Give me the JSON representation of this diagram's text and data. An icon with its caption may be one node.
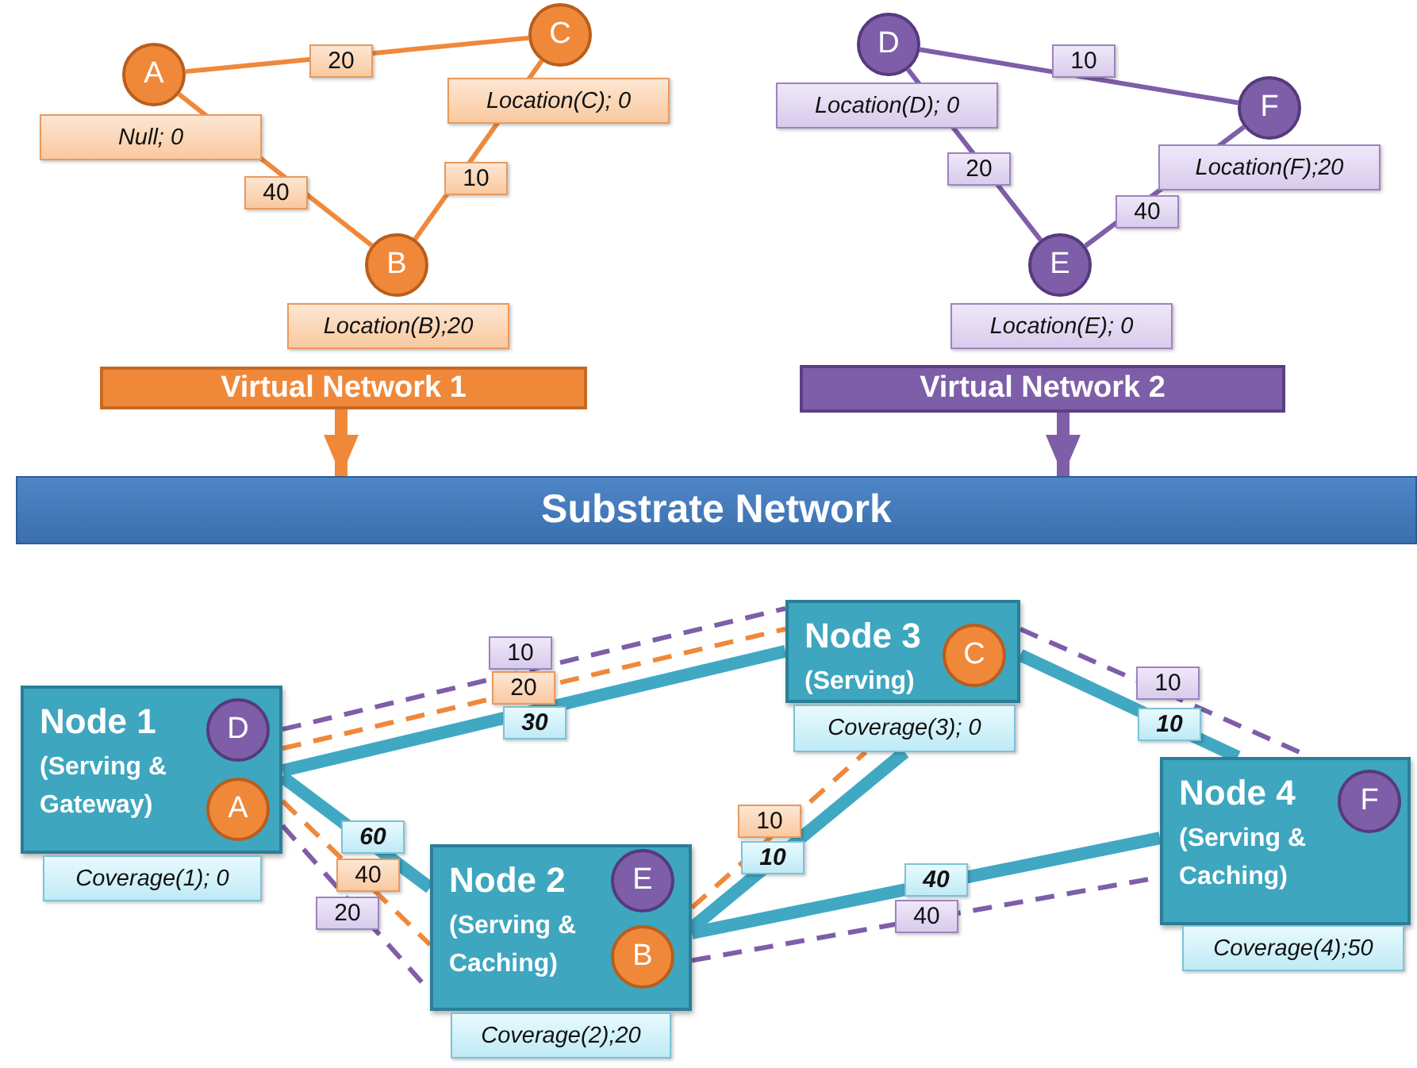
{
  "diagram": {
    "nodes": [
      {
        "text": [
          "A"
        ],
        "beside": [
          "Null; 0"
        ]
      },
      {
        "text": [
          "C"
        ],
        "beside": [
          "Location(C); 0"
        ]
      },
      {
        "text": [
          "B"
        ],
        "beside": [
          "Location(B);20"
        ]
      },
      {
        "text": [
          "Virtual Network 1"
        ]
      },
      {
        "text": [
          "D"
        ],
        "beside": [
          "Location(D); 0"
        ]
      },
      {
        "text": [
          "F"
        ],
        "beside": [
          "Location(F);20"
        ]
      },
      {
        "text": [
          "E"
        ],
        "beside": [
          "Location(E); 0"
        ]
      },
      {
        "text": [
          "Virtual Network 2"
        ]
      },
      {
        "text": [
          "Substrate Network"
        ]
      },
      {
        "text": [
          "Node 1",
          "(Serving & Gateway)"
        ],
        "beside": [
          "Coverage(1); 0"
        ]
      },
      {
        "text": [
          "D"
        ],
        "in": 9
      },
      {
        "text": [
          "A"
        ],
        "in": 9
      },
      {
        "text": [
          "Node 2",
          "(Serving & Caching)"
        ],
        "beside": [
          "Coverage(2);20"
        ]
      },
      {
        "text": [
          "E"
        ],
        "in": 12
      },
      {
        "text": [
          "B"
        ],
        "in": 12
      },
      {
        "text": [
          "Node 3",
          "(Serving)"
        ],
        "beside": [
          "Coverage(3); 0"
        ]
      },
      {
        "text": [
          "C"
        ],
        "in": 15
      },
      {
        "text": [
          "Node 4",
          "(Serving & Caching)"
        ],
        "beside": [
          "Coverage(4);50"
        ]
      },
      {
        "text": [
          "F"
        ],
        "in": 17
      }
    ],
    "edges": [
      {
        "from": 0,
        "to": 1,
        "arrow": "none",
        "label": "20",
        "color": "#f0883a"
      },
      {
        "from": 0,
        "to": 2,
        "arrow": "none",
        "label": "40",
        "color": "#f0883a"
      },
      {
        "from": 1,
        "to": 2,
        "arrow": "none",
        "label": "10",
        "color": "#f0883a"
      },
      {
        "from": 4,
        "to": 5,
        "arrow": "none",
        "label": "10",
        "color": "#7e5ea8"
      },
      {
        "from": 4,
        "to": 6,
        "arrow": "none",
        "label": "20",
        "color": "#7e5ea8"
      },
      {
        "from": 6,
        "to": 5,
        "arrow": "none",
        "label": "40",
        "color": "#7e5ea8"
      },
      {
        "from": 3,
        "to": 8,
        "arrow": "to",
        "style": "thick",
        "color": "#f0883a"
      },
      {
        "from": 7,
        "to": 8,
        "arrow": "to",
        "style": "thick",
        "color": "#7e5ea8"
      },
      {
        "from": 9,
        "to": 15,
        "arrow": "none",
        "label": "10",
        "style": "dashed",
        "color": "#7e5ea8"
      },
      {
        "from": 9,
        "to": 15,
        "arrow": "none",
        "label": "20",
        "style": "dashed",
        "color": "#f0883a"
      },
      {
        "from": 9,
        "to": 15,
        "arrow": "none",
        "label": "30",
        "style": "thick",
        "color": "#41a8c4"
      },
      {
        "from": 9,
        "to": 12,
        "arrow": "none",
        "label": "60",
        "style": "thick",
        "color": "#41a8c4"
      },
      {
        "from": 9,
        "to": 12,
        "arrow": "none",
        "label": "40",
        "style": "dashed",
        "color": "#f0883a"
      },
      {
        "from": 9,
        "to": 12,
        "arrow": "none",
        "label": "20",
        "style": "dashed",
        "color": "#7e5ea8"
      },
      {
        "from": 12,
        "to": 15,
        "arrow": "none",
        "label": "10",
        "style": "dashed",
        "color": "#f0883a"
      },
      {
        "from": 12,
        "to": 15,
        "arrow": "none",
        "label": "10",
        "style": "thick",
        "color": "#41a8c4"
      },
      {
        "from": 12,
        "to": 17,
        "arrow": "none",
        "label": "40",
        "style": "thick",
        "color": "#41a8c4"
      },
      {
        "from": 12,
        "to": 17,
        "arrow": "none",
        "label": "40",
        "style": "dashed",
        "color": "#7e5ea8"
      },
      {
        "from": 15,
        "to": 17,
        "arrow": "none",
        "label": "10",
        "style": "dashed",
        "color": "#7e5ea8"
      },
      {
        "from": 15,
        "to": 17,
        "arrow": "none",
        "label": "10",
        "style": "thick",
        "color": "#41a8c4"
      }
    ]
  }
}
